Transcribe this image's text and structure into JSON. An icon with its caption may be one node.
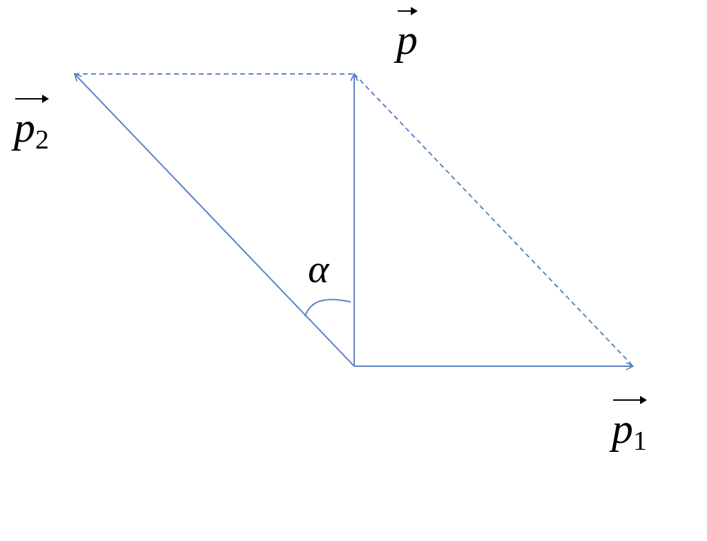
{
  "diagram": {
    "nodes": [
      {
        "text": [
          "p"
        ]
      },
      {
        "text": [
          "p$_{2}$"
        ]
      },
      {
        "text": [
          "p$_{1}$"
        ]
      }
    ],
    "edges": [
      {
        "from": null,
        "to": 0,
        "arrow": "to"
      },
      {
        "from": null,
        "to": 1,
        "arrow": "to"
      },
      {
        "from": null,
        "to": 2,
        "arrow": "to"
      },
      {
        "from": 1,
        "to": 0,
        "arrow": "none",
        "style": "dashed"
      },
      {
        "from": 0,
        "to": 2,
        "arrow": "none",
        "style": "dashed"
      }
    ],
    "labels": [
      "α"
    ]
  }
}
